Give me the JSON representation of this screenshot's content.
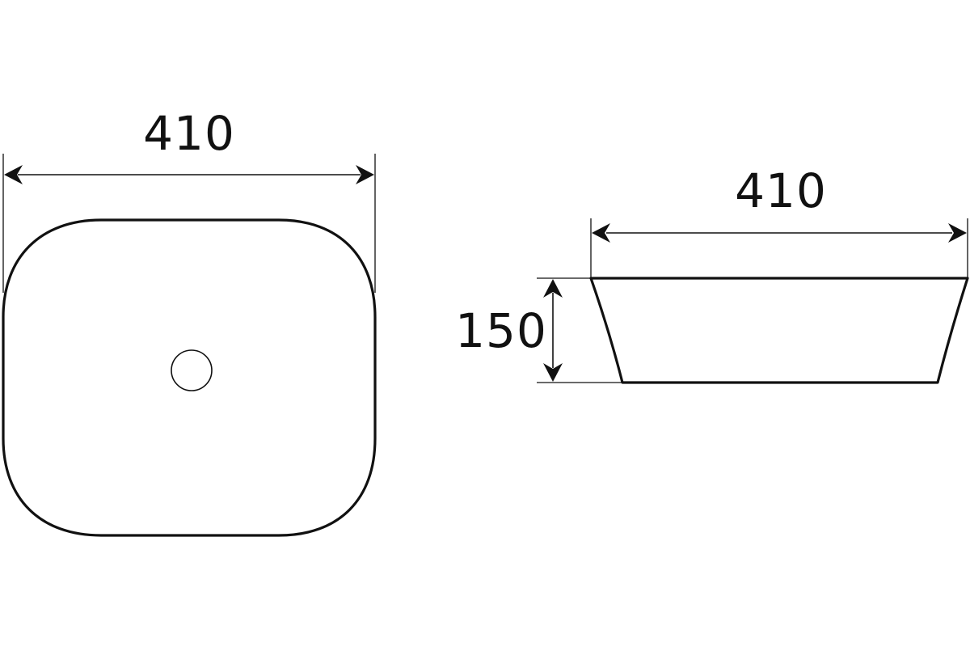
{
  "top_view": {
    "width_label": "410"
  },
  "side_view": {
    "width_label": "410",
    "height_label": "150"
  },
  "colors": {
    "line": "#111111",
    "background": "#ffffff"
  }
}
